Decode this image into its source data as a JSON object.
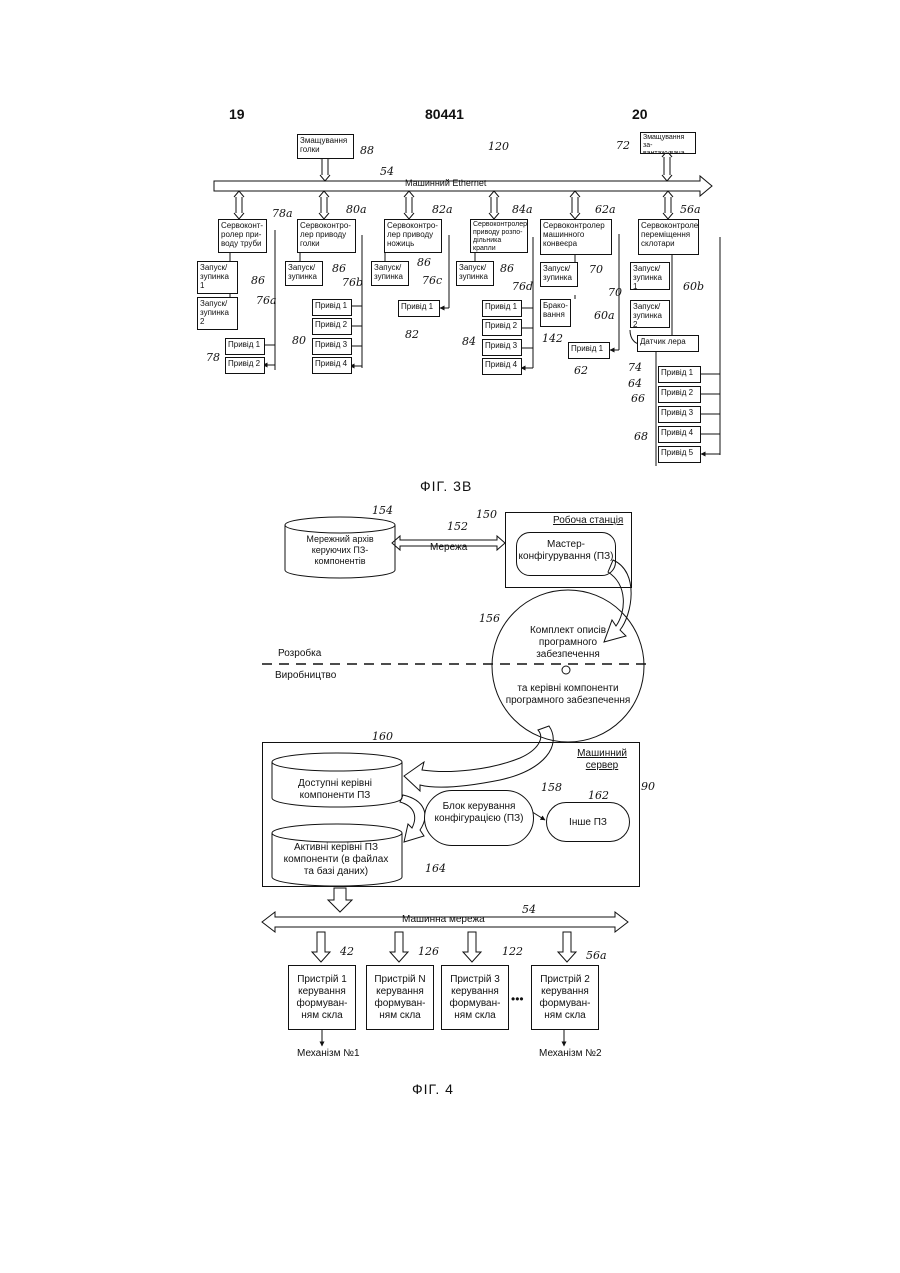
{
  "header": {
    "left_page": "19",
    "doc_number": "80441",
    "right_page": "20"
  },
  "fig3b": {
    "caption": "ФІГ. 3В",
    "ethernet": "Машинний Ethernet",
    "top_boxes": {
      "needle_lube": "Змащування голки",
      "gob_lube": "Змащування за-вантажувача пера"
    },
    "controllers": {
      "c78a": "Сервоконт-ролер при-воду труби",
      "c80a": "Сервоконтро-лер приводу голки",
      "c82a": "Сервоконтро-лер приводу ножиць",
      "c84a": "Сервоконтролер приводу розпо-дільника крапли",
      "c62a": "Сервоконтролер машинного конвеєра",
      "c56a": "Сервоконтролер переміщення склотари"
    },
    "start_stop": "Запуск/ зупинка",
    "start_stop_1": "Запуск/ зупинка 1",
    "start_stop_2": "Запуск/ зупинка 2",
    "reject": "Брако-вання",
    "drive1": "Привід 1",
    "drive2": "Привід 2",
    "drive3": "Привід 3",
    "drive4": "Привід 4",
    "drive5": "Привід 5",
    "sensor": "Датчик лера",
    "refs": {
      "r120": "120",
      "r88": "88",
      "r72": "72",
      "r54": "54",
      "r78a": "78a",
      "r80a": "80a",
      "r82a": "82a",
      "r84a": "84a",
      "r62a": "62a",
      "r56a": "56a",
      "r86": "86",
      "r76a": "76a",
      "r76b": "76b",
      "r76c": "76c",
      "r76d": "76d",
      "r70": "70",
      "r60a": "60a",
      "r60b": "60b",
      "r78": "78",
      "r80": "80",
      "r82": "82",
      "r84": "84",
      "r142": "142",
      "r62": "62",
      "r74": "74",
      "r64": "64",
      "r66": "66",
      "r68": "68"
    }
  },
  "fig4": {
    "caption": "ФІГ. 4",
    "archive": "Мережний архів керуючих ПЗ-компонентів",
    "network": "Мережа",
    "workstation": "Робоча станція",
    "master_config": "Мастер-конфігурування (ПЗ)",
    "circle_top": "Комплект описів програмного забезпечення",
    "circle_bottom": "та керівні компоненти програмного забезпечення",
    "development": "Розробка",
    "production": "Виробництво",
    "machine_server": "Машинний сервер",
    "available": "Доступні керівні компоненти ПЗ",
    "config_block": "Блок керування конфігурацією (ПЗ)",
    "other_sw": "Інше ПЗ",
    "active": "Активні керівні ПЗ компоненти (в файлах та базі даних)",
    "machine_network": "Машинна мережа",
    "devices": [
      "Пристрій 1 керування формуван-ням скла",
      "Пристрій N керування формуван-ням скла",
      "Пристрій 3 керування формуван-ням скла",
      "Пристрій 2 керування формуван-ням скла"
    ],
    "ellipsis": "•••",
    "mechanism1": "Механізм №1",
    "mechanism2": "Механізм №2",
    "refs": {
      "r154": "154",
      "r152": "152",
      "r150": "150",
      "r156": "156",
      "r160": "160",
      "r158": "158",
      "r162": "162",
      "r90": "90",
      "r164": "164",
      "r54": "54",
      "r42": "42",
      "r126": "126",
      "r122": "122",
      "r56a": "56a"
    }
  }
}
